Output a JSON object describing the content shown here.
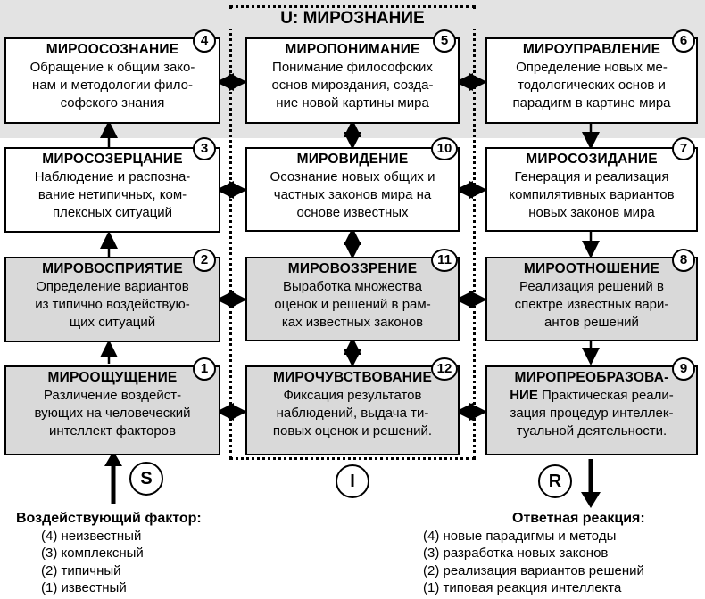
{
  "diagram_title": "U: МИРОЗНАНИЕ",
  "boxes": {
    "b4": {
      "num": "4",
      "title": "МИРООСОЗНАНИЕ",
      "lines": [
        "Обращение к общим зако-",
        "нам и методологии фило-",
        "софского знания"
      ]
    },
    "b5": {
      "num": "5",
      "title": "МИРОПОНИМАНИЕ",
      "lines": [
        "Понимание философских",
        "основ мироздания, созда-",
        "ние новой картины мира"
      ]
    },
    "b6": {
      "num": "6",
      "title": "МИРОУПРАВЛЕНИЕ",
      "lines": [
        "Определение новых  ме-",
        "тодологических основ и",
        "парадигм в картине мира"
      ]
    },
    "b3": {
      "num": "3",
      "title": "МИРОСОЗЕРЦАНИЕ",
      "lines": [
        "Наблюдение и распозна-",
        "вание нетипичных, ком-",
        "плексных ситуаций"
      ]
    },
    "b10": {
      "num": "10",
      "title": "МИРОВИДЕНИЕ",
      "lines": [
        "Осознание новых общих и",
        "частных законов мира на",
        "основе известных"
      ]
    },
    "b7": {
      "num": "7",
      "title": "МИРОСОЗИДАНИЕ",
      "lines": [
        "Генерация и реализация",
        "компилятивных вариантов",
        "новых законов мира"
      ]
    },
    "b2": {
      "num": "2",
      "title": "МИРОВОСПРИЯТИЕ",
      "lines": [
        "Определение вариантов",
        "из типично воздействую-",
        "щих ситуаций"
      ]
    },
    "b11": {
      "num": "11",
      "title": "МИРОВОЗЗРЕНИЕ",
      "lines": [
        "Выработка множества",
        "оценок и решений в рам-",
        "ках известных законов"
      ]
    },
    "b8": {
      "num": "8",
      "title": "МИРООТНОШЕНИЕ",
      "lines": [
        "Реализация решений в",
        "спектре известных вари-",
        "антов решений"
      ]
    },
    "b1": {
      "num": "1",
      "title": "МИРООЩУЩЕНИЕ",
      "lines": [
        "Различение воздейст-",
        "вующих на  человеческий",
        "интеллект факторов"
      ]
    },
    "b12": {
      "num": "12",
      "title": "МИРОЧУВСТВОВАНИЕ",
      "lines": [
        "Фиксация результатов",
        "наблюдений, выдача ти-",
        "повых оценок и решений."
      ]
    },
    "b9": {
      "num": "9",
      "title_a": "МИРОПРЕОБРАЗОВА-",
      "title_b": "НИЕ",
      "line_b_rest": " Практическая реали-",
      "lines": [
        "зация процедур интеллек-",
        "туальной деятельности."
      ]
    }
  },
  "letters": {
    "s": "S",
    "i": "I",
    "r": "R"
  },
  "left_legend": {
    "heading": "Воздействующий фактор:",
    "items": [
      "(4) неизвестный",
      "(3) комплексный",
      "(2) типичный",
      "(1) известный"
    ]
  },
  "right_legend": {
    "heading": "Ответная реакция:",
    "items": [
      "(4) новые парадигмы и методы",
      "(3) разработка новых законов",
      "(2) реализация вариантов решений",
      "(1) типовая реакция интеллекта"
    ]
  }
}
